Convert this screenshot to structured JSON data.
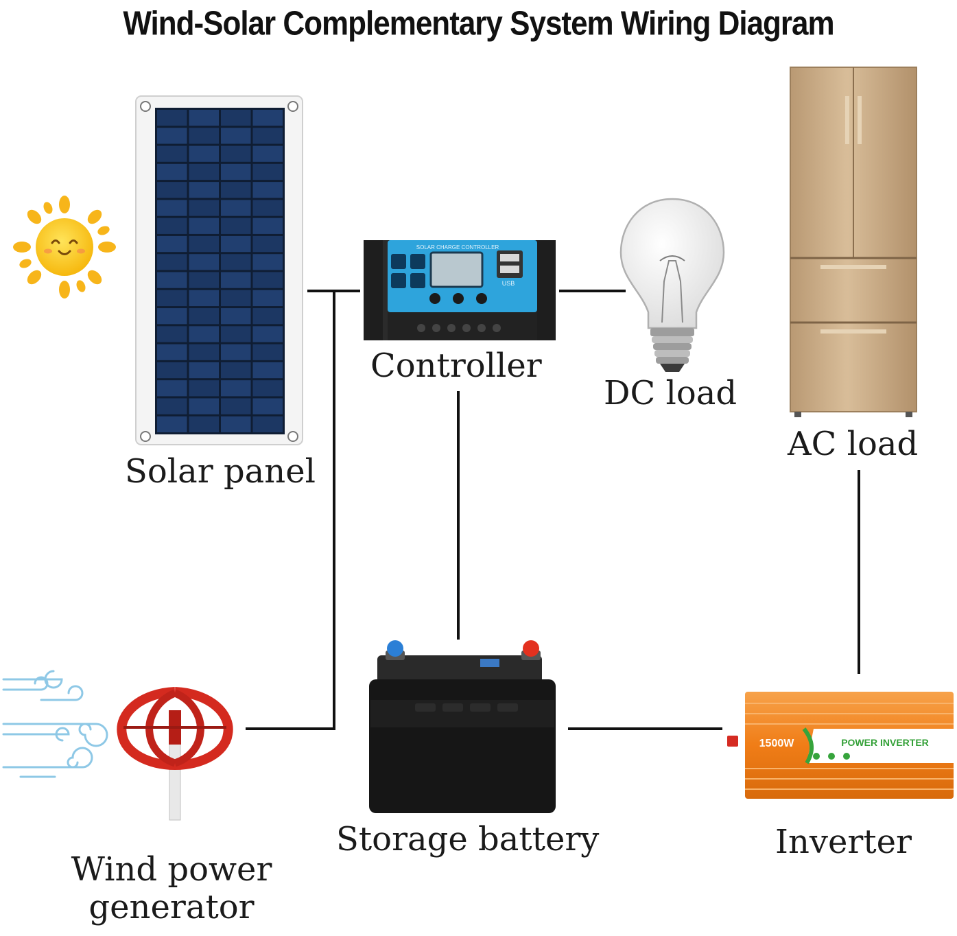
{
  "title": "Wind-Solar Complementary System Wiring Diagram",
  "labels": {
    "solar_panel": "Solar panel",
    "controller": "Controller",
    "dc_load": "DC load",
    "ac_load": "AC load",
    "wind_line1": "Wind power",
    "wind_line2": "generator",
    "storage_battery": "Storage battery",
    "inverter": "Inverter"
  },
  "device_text": {
    "controller_header": "SOLAR CHARGE CONTROLLER",
    "controller_usb": "USB",
    "inverter_power": "1500W",
    "inverter_name": "POWER INVERTER"
  },
  "colors": {
    "wire": "#111111",
    "solar_cell": "#1f3d6e",
    "controller_face": "#2ea4dc",
    "fridge": "#c8ab86",
    "inverter": "#f0801a",
    "battery": "#1b1b1b",
    "turbine": "#d42a1f",
    "sun": "#f7c21b"
  }
}
